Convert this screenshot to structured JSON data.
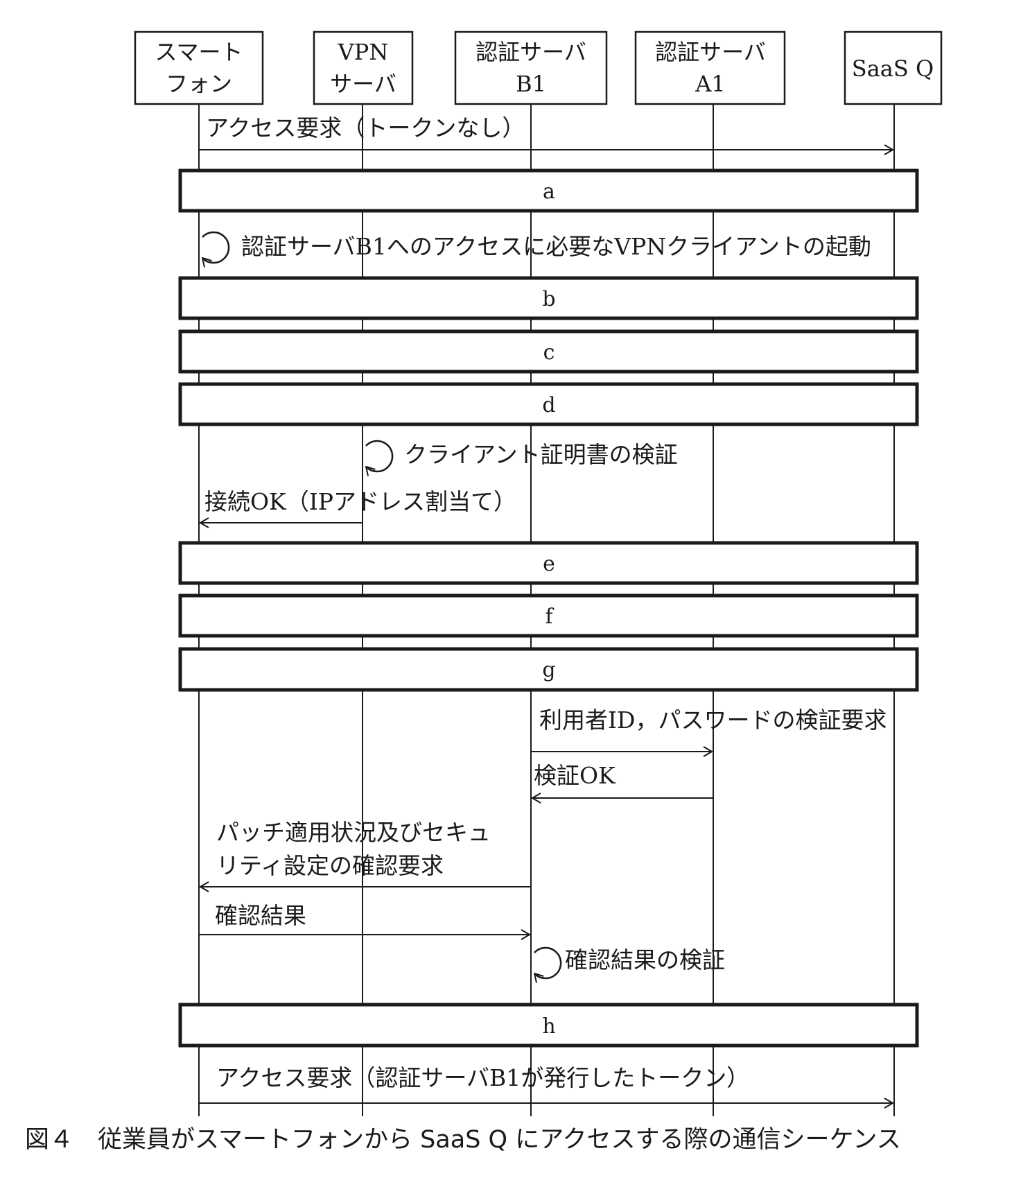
{
  "participants": [
    {
      "lines": [
        "スマート",
        "フォン"
      ]
    },
    {
      "lines": [
        "VPN",
        "サーバ"
      ]
    },
    {
      "lines": [
        "認証サーバ",
        "B1"
      ]
    },
    {
      "lines": [
        "認証サーバ",
        "A1"
      ]
    },
    {
      "lines": [
        "SaaS Q"
      ]
    }
  ],
  "messages": {
    "m1": "アクセス要求（トークンなし）",
    "self1": "認証サーバB1へのアクセスに必要なVPNクライアントの起動",
    "self2": "クライアント証明書の検証",
    "m2": "接続OK（IPアドレス割当て）",
    "m3": "利用者ID，パスワードの検証要求",
    "m4": "検証OK",
    "m5_line1": "パッチ適用状況及びセキュ",
    "m5_line2": "リティ設定の確認要求",
    "m6": "確認結果",
    "self3": "確認結果の検証",
    "m7": "アクセス要求（認証サーバB1が発行したトークン）"
  },
  "blanks": {
    "a": "a",
    "b": "b",
    "c": "c",
    "d": "d",
    "e": "e",
    "f": "f",
    "g": "g",
    "h": "h"
  },
  "caption": "図４　従業員がスマートフォンから SaaS Q にアクセスする際の通信シーケンス"
}
